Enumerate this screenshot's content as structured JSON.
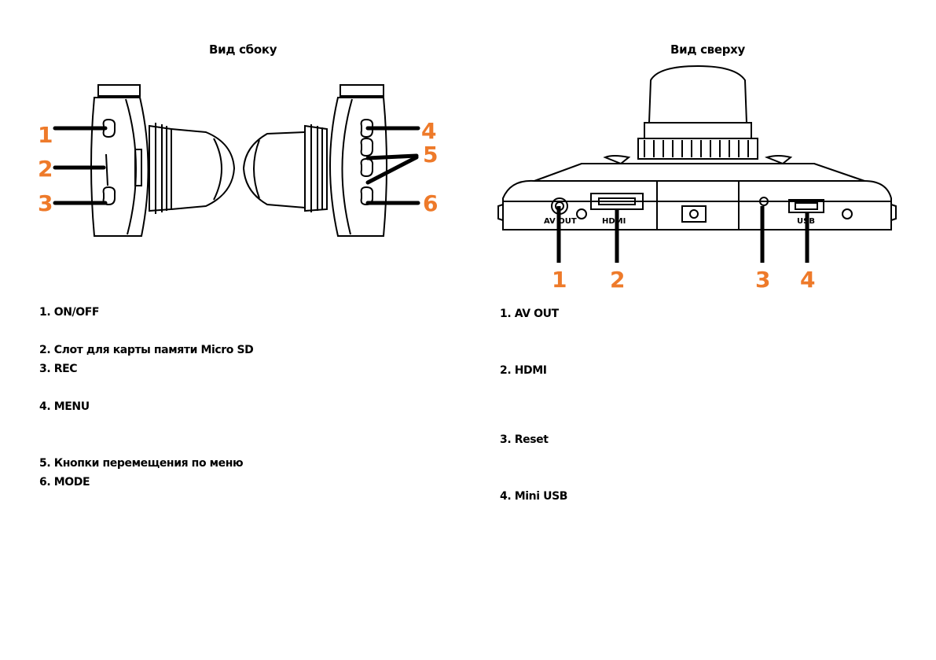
{
  "side_view": {
    "heading": "Вид сбоку",
    "callouts": [
      "1",
      "2",
      "3",
      "4",
      "5",
      "6"
    ],
    "items": [
      "1. ON/OFF",
      "2. Слот для карты памяти Micro SD",
      "3. REC",
      "4. MENU",
      "5. Кнопки перемещения по меню",
      "6. MODE"
    ]
  },
  "top_view": {
    "heading": "Вид сверху",
    "callouts": [
      "1",
      "2",
      "3",
      "4"
    ],
    "port_labels": {
      "av_out": "AV OUT",
      "hdmi": "HDMI",
      "usb": "USB"
    },
    "items": [
      "1. AV OUT",
      "2. HDMI",
      "3. Reset",
      "4. Mini USB"
    ]
  },
  "colors": {
    "callout": "#ee7a2a",
    "line": "#000000"
  }
}
